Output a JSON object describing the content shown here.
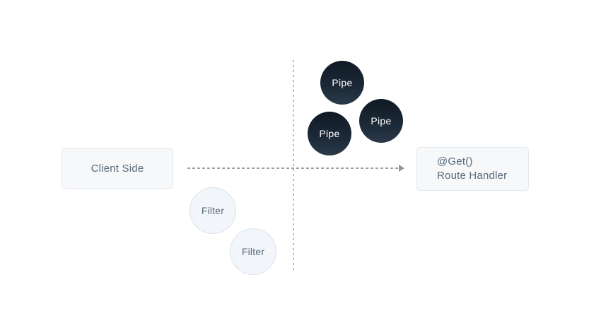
{
  "diagram": {
    "client_box": {
      "label": "Client Side"
    },
    "route_box": {
      "line1": "@Get()",
      "line2": "Route Handler"
    },
    "pipes": [
      {
        "label": "Pipe"
      },
      {
        "label": "Pipe"
      },
      {
        "label": "Pipe"
      }
    ],
    "filters": [
      {
        "label": "Filter"
      },
      {
        "label": "Filter"
      }
    ],
    "colors": {
      "background": "#ffffff",
      "box_bg": "#f6f8fa",
      "box_border": "#e2e8ee",
      "box_text": "#5a6b7a",
      "pipe_gradient_top": "#101a24",
      "pipe_gradient_bottom": "#2a3948",
      "pipe_text": "#ffffff",
      "filter_bg": "#f2f6fa",
      "filter_border": "#dbe3eb",
      "arrow_color": "#97a1ab",
      "divider_color": "#b3bdc7"
    }
  }
}
